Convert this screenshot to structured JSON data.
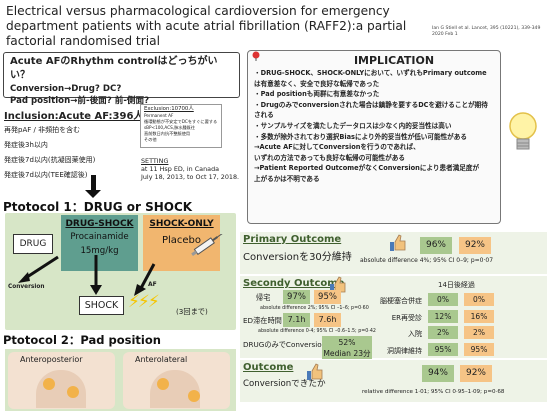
{
  "title": "Electrical versus pharmacological cardioversion for emergency department patients with acute atrial fibrillation (RAFF2):a partial factorial randomised trial",
  "citation": "Ian G Stiell et al. Lancet, 395 (10221), 339-349 2020 Feb 1",
  "question": {
    "title": "Acute AFのRhythm controlはどっちがいい？",
    "line1": "Conversion→Drug? DC?",
    "line2": "Pad position→前-後面? 前-側面?"
  },
  "implication": {
    "title": "IMPLICATION",
    "items": [
      "・DRUG-SHOCK、SHOCK-ONLYにおいて、いずれもPrimary outcome",
      "  は有意差なく、安全で良好な転帰であった",
      "・Pad positionも両群に有意差なかった",
      "・Drugのみでconversionされた場合は鎮静を要するDCを避けることが期待される",
      "・サンプルサイズを満たしたデータロスは少なく内的妥当性は高い",
      "・多数が除外されており選択Biasにより外的妥当性が低い可能性がある",
      "  →Acute AFに対してConversionを行うのであれば、",
      "    いずれの方法であっても良好な転帰の可能性がある",
      "  →Patient Reported OutcomeがなくConversionにより患者満足度が",
      "    上がるかは不明である"
    ]
  },
  "inclusion": {
    "title": "Inclusion:Acute AF:396人",
    "items": [
      "再発pAF / 非頻拍を含む",
      "発症後3h以内",
      "発症後7d以内(抗凝固薬使用)",
      "発症後7d以内(TEE確認後)"
    ]
  },
  "exclusion": {
    "title": "Exclusion:10700人",
    "items": [
      "Permanent AF",
      "循環動態が不安定でDCをすぐに要する",
      "sBP<100,ACS,肺水腫既往",
      "直前数日内抗不整脈使用",
      "その他"
    ]
  },
  "setting": {
    "title": "SETTING",
    "line1": "at 11 Hsp ED, in Canada",
    "line2": "July 18, 2013, to Oct 17, 2018."
  },
  "protocol1": {
    "title": "Ptotocol 1：DRUG or SHOCK",
    "drug_shock_title": "DRUG-SHOCK",
    "drug_shock_body1": "Procainamide",
    "drug_shock_body2": "15mg/kg",
    "shock_only_title": "SHOCK-ONLY",
    "shock_only_body": "Placebo",
    "drug_label": "DRUG",
    "shock_label": "SHOCK",
    "conversion_label": "Conversion",
    "af_label": "AF",
    "repeat_note": "(3回まで)"
  },
  "protocol2": {
    "title": "Ptotocol 2：Pad position",
    "anteroposterior": "Anteroposterior",
    "anterolateral": "Anterolateral"
  },
  "primary": {
    "title": "Primary Outcome",
    "subtitle": "Conversionを30分維持",
    "drug_shock": "96%",
    "shock_only": "92%",
    "diff": "absolute difference 4%; 95% CI 0–9; p=0·07"
  },
  "secondary": {
    "title": "Secondy Outcome",
    "home_label": "帰宅",
    "home_drug": "97%",
    "home_shock": "95%",
    "home_diff": "absolute difference 2%; 95% CI –1–6; p=0·60",
    "ed_label": "ED滞在時間",
    "ed_drug": "7.1h",
    "ed_shock": "7.6h",
    "ed_diff": "absolute difference 0·4; 95% CI –0.6–1.5; p=0·42",
    "drug_only_label": "DRUGのみでConversion",
    "drug_only_pct": "52%",
    "drug_only_median": "Median 23分"
  },
  "followup": {
    "title": "14日後経過",
    "rows": [
      {
        "label": "脳梗塞合併症",
        "drug": "0%",
        "shock": "0%"
      },
      {
        "label": "ER再受診",
        "drug": "12%",
        "shock": "16%"
      },
      {
        "label": "入院",
        "drug": "2%",
        "shock": "2%"
      },
      {
        "label": "洞調律維持",
        "drug": "95%",
        "shock": "95%"
      }
    ]
  },
  "outcome": {
    "title": "Outcome",
    "subtitle": "Conversionできたか",
    "anteroposterior": "94%",
    "anterolateral": "92%",
    "diff": "relative difference 1·01; 95% CI 0·95–1·09; p=0·68"
  },
  "colors": {
    "drug_green": "#a9c88f",
    "shock_orange": "#f6c486",
    "panel_green": "#d7e6c7",
    "teal": "#5f9e8f"
  }
}
